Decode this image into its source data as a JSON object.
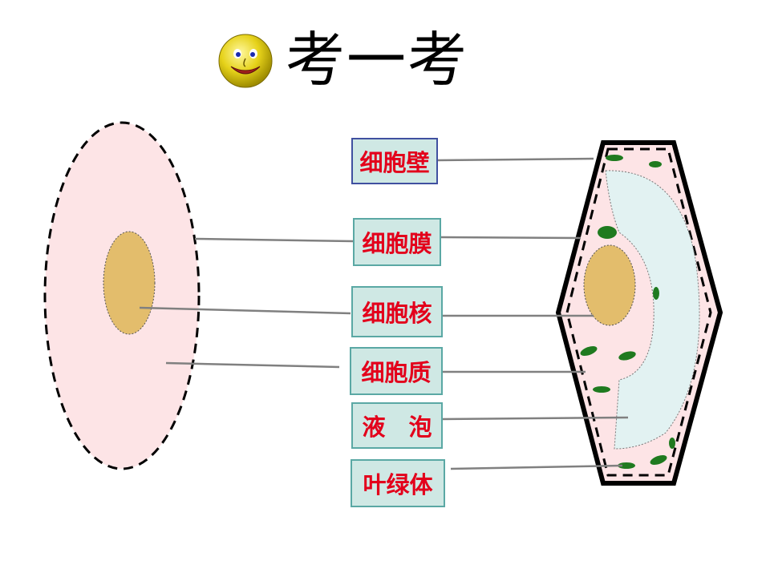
{
  "title": "考一考",
  "labels": {
    "cell_wall": "细胞壁",
    "cell_membrane": "细胞膜",
    "nucleus": "细胞核",
    "cytoplasm": "细胞质",
    "vacuole": "液　泡",
    "chloroplast": "叶绿体"
  },
  "colors": {
    "cytoplasm_fill": "#fde4e6",
    "nucleus_fill": "#e3bd6c",
    "vacuole_fill": "#e2f2f2",
    "chloroplast_fill": "#1f7a1f",
    "label_fill": "#cfe8e4",
    "label_text": "#e3001b",
    "leader_line": "#808080"
  },
  "icons": {
    "title_icon": "smiley-face-icon"
  }
}
